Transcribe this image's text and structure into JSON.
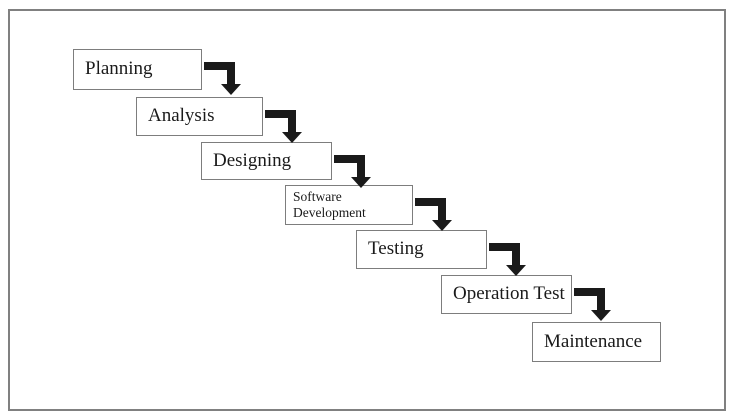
{
  "diagram": {
    "steps": [
      {
        "label": "Planning"
      },
      {
        "label": "Analysis"
      },
      {
        "label": "Designing"
      },
      {
        "label": "Software Development"
      },
      {
        "label": "Testing"
      },
      {
        "label": "Operation Test"
      },
      {
        "label": "Maintenance"
      }
    ],
    "connector_icon": "elbow-arrow-down"
  },
  "colors": {
    "background": "#ffffff",
    "frame_border": "#808080",
    "box_border": "#7d7d7d",
    "text": "#1a1a1a",
    "arrow": "#1a1a1a"
  }
}
